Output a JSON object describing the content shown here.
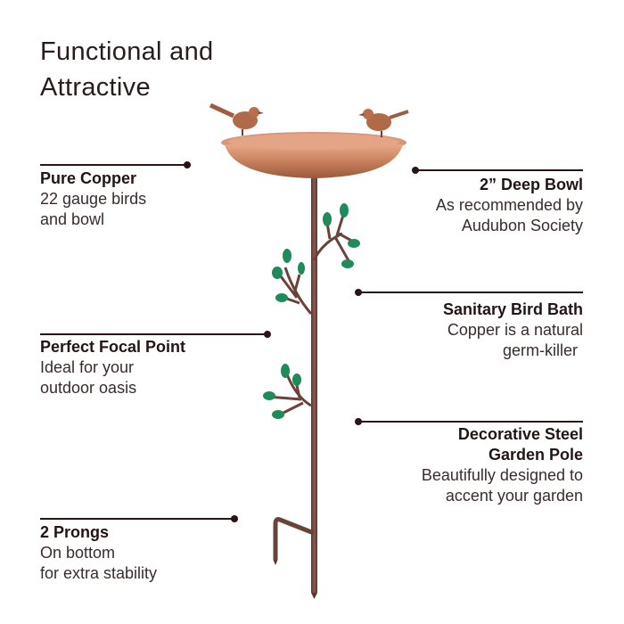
{
  "title": {
    "line1": "Functional and",
    "line2": "Attractive"
  },
  "colors": {
    "text": "#231515",
    "line": "#2a1416",
    "copper": "#c47a55",
    "leaf": "#1f8a5a",
    "pole": "#6b4238"
  },
  "callouts": [
    {
      "id": "pure-copper",
      "side": "left",
      "heading": [
        "Pure Copper"
      ],
      "body": [
        "22 gauge birds",
        "and bowl"
      ]
    },
    {
      "id": "deep-bowl",
      "side": "right",
      "heading": [
        "2” Deep Bowl"
      ],
      "body": [
        "As recommended by",
        "Audubon Society"
      ]
    },
    {
      "id": "sanitary",
      "side": "right",
      "heading": [
        "Sanitary Bird Bath"
      ],
      "body": [
        "Copper is a natural",
        "germ-killer"
      ]
    },
    {
      "id": "focal-point",
      "side": "left",
      "heading": [
        "Perfect Focal Point"
      ],
      "body": [
        "Ideal for your",
        "outdoor oasis"
      ]
    },
    {
      "id": "garden-pole",
      "side": "right",
      "heading": [
        "Decorative Steel",
        "Garden Pole"
      ],
      "body": [
        "Beautifully designed to",
        "accent your garden"
      ]
    },
    {
      "id": "prongs",
      "side": "left",
      "heading": [
        "2 Prongs"
      ],
      "body": [
        "On bottom",
        "for extra stability"
      ]
    }
  ]
}
